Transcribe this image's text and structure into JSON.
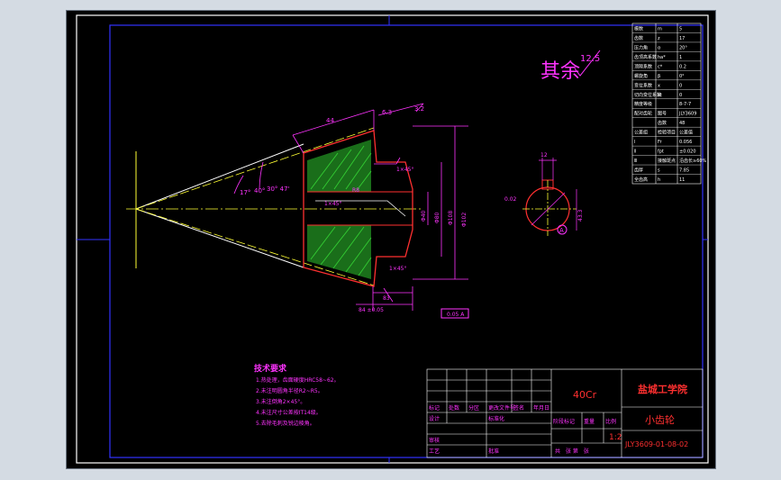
{
  "colors": {
    "background": "#000000",
    "frame": "#ffffff",
    "border": "#3333ff",
    "dimension": "#ff33ff",
    "outline": "#ff3030",
    "hatch": "#33cc33",
    "center_line": "#ffff33",
    "table_line": "#ffffff"
  },
  "roughness_note": "其余",
  "roughness_value": "12.5",
  "tech_requirements": {
    "title": "技术要求",
    "items": [
      "1.热处理，齿面硬度HRC58~62。",
      "2.未注明圆角半径R2~R5。",
      "3.未注倒角2×45°。",
      "4.未注尺寸公差按IT14级。",
      "5.去除毛刺及锐边棱角。"
    ]
  },
  "title_block": {
    "material": "40Cr",
    "school": "盐城工学院",
    "part_name": "小齿轮",
    "drawing_no": "JLY3609-01-08-02",
    "scale": "1:2",
    "header_row": [
      "标记",
      "处数",
      "分区",
      "更改文件号",
      "签名",
      "年月日"
    ],
    "design_label": "设计",
    "standardize_label": "标准化",
    "stage_labels": [
      "阶段标记",
      "重量",
      "比例"
    ],
    "review_label": "审核",
    "process_label": "工艺",
    "approve_label": "批准",
    "sheet_label": "共　张 第　张"
  },
  "parameter_table": {
    "rows": [
      [
        "模数",
        "m",
        "5"
      ],
      [
        "齿数",
        "z",
        "17"
      ],
      [
        "压力角",
        "α",
        "20°"
      ],
      [
        "齿顶高系数",
        "ha*",
        "1"
      ],
      [
        "顶隙系数",
        "c*",
        "0.2"
      ],
      [
        "螺旋角",
        "β",
        "0°"
      ],
      [
        "变位系数",
        "x",
        "0"
      ],
      [
        "切向变位系数",
        "xt",
        "0"
      ],
      [
        "精度等级",
        "",
        "8-7-7"
      ],
      [
        "配对齿轮",
        "图号",
        "JLY3609"
      ],
      [
        "",
        "齿数",
        "48"
      ],
      [
        "公差组",
        "检验项目",
        "公差值"
      ],
      [
        "Ⅰ",
        "Fr",
        "0.056"
      ],
      [
        "Ⅱ",
        "fpt",
        "±0.020"
      ],
      [
        "Ⅲ",
        "接触斑点",
        "沿齿长≥60%"
      ],
      [
        "齿厚",
        "s",
        "7.85"
      ],
      [
        "全齿高",
        "h",
        "11"
      ]
    ]
  },
  "dimensions": {
    "angle_1": "17°",
    "angle_2": "40°",
    "angle_3": "30° 47'",
    "surface_finish_1": "6.3",
    "surface_finish_2": "3.2",
    "width_dim": "44",
    "bore_dim": "Φ40",
    "hub_dim": "Φ80",
    "outer_dim_1": "Φ108",
    "outer_dim_2": "Φ102",
    "rounding": "R8",
    "keyway_note": "1×45°",
    "chamfer": "1×45°",
    "fillet": "1×45°",
    "bottom_dim_1": "83",
    "bottom_dim_2": "84 ±0.05",
    "tolerance_frame": "0.05 A",
    "keyway_width": "12",
    "keyway_depth": "43.3",
    "keyway_tol": "0.02",
    "datum": "A"
  }
}
